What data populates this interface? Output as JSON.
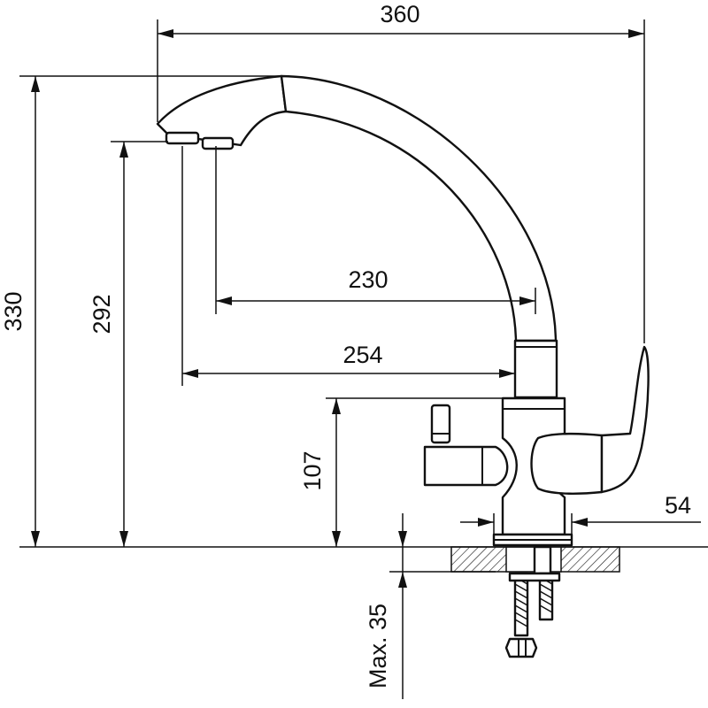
{
  "dimensions": {
    "width_total": "360",
    "height_total": "330",
    "spout_height": "292",
    "reach_inner": "230",
    "reach_outer": "254",
    "body_height": "107",
    "base_diameter": "54",
    "max_mount": "Max. 35"
  },
  "colors": {
    "line": "#111111",
    "background": "#ffffff",
    "hatch": "#111111"
  }
}
